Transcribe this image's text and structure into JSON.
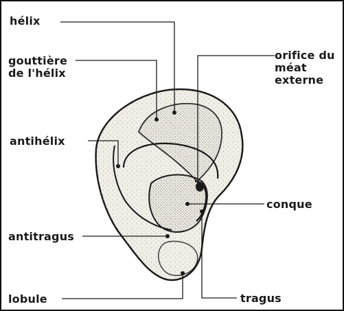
{
  "labels": {
    "helix": "hélix",
    "gouttiere": "gouttière\nde l'hélix",
    "antihelix": "antihélix",
    "antitragus": "antitragus",
    "lobule": "lobule",
    "orifice": "orifice du\nméat\nexterne",
    "conque": "conque",
    "tragus": "tragus"
  },
  "colors": {
    "ink": "#1a1a1a",
    "skin": "#f1eee8",
    "shade": "#c9c4bb"
  }
}
